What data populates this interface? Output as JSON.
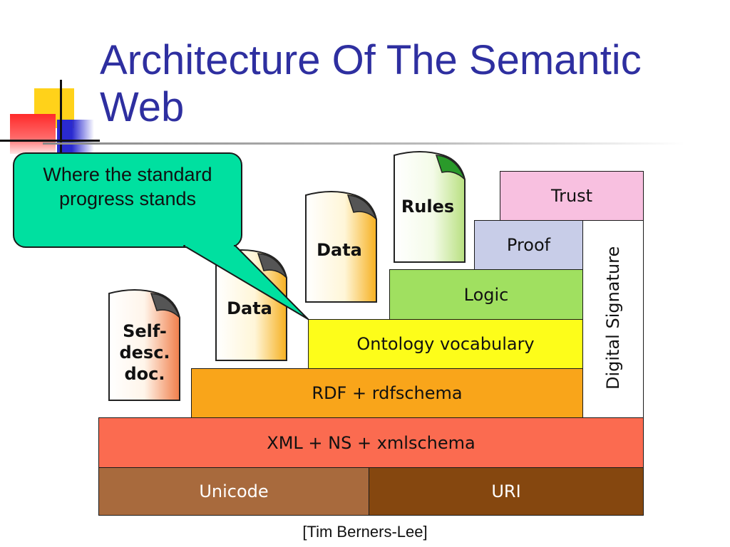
{
  "title": "Architecture Of The Semantic Web",
  "callout": {
    "text": "Where the standard progress stands"
  },
  "layers": {
    "unicode": "Unicode",
    "uri": "URI",
    "xml": "XML + NS + xmlschema",
    "rdf": "RDF + rdfschema",
    "ontology": "Ontology vocabulary",
    "logic": "Logic",
    "proof": "Proof",
    "trust": "Trust",
    "digital_signature": "Digital Signature"
  },
  "documents": {
    "self_desc": "Self-desc.doc.",
    "data_1": "Data",
    "data_2": "Data",
    "rules": "Rules"
  },
  "caption": "[Tim Berners-Lee]",
  "colors": {
    "title": "#2e2fa0",
    "callout": "#00e0a0",
    "unicode": "#a86a3d",
    "uri": "#85470f",
    "xml": "#fb6b50",
    "rdf": "#f9a51a",
    "ontology": "#fdfd1a",
    "logic": "#a0e060",
    "proof": "#c8cde8",
    "trust": "#f8c0e0",
    "digital_signature": "#ffffff"
  }
}
